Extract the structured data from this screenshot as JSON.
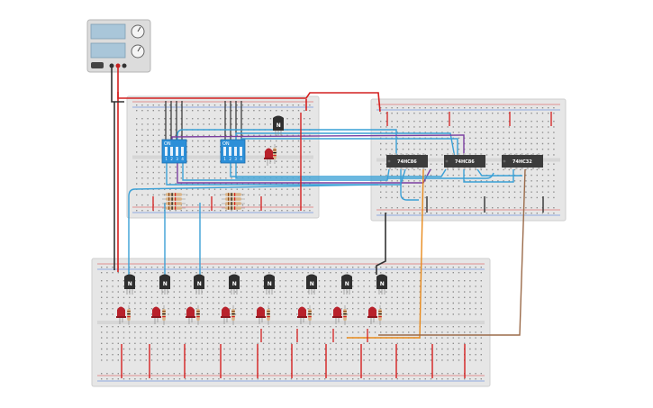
{
  "colors": {
    "background": "#ffffff",
    "board": "#e6e6e6",
    "rail_red": "#d93a3a",
    "rail_blue": "#3a6fd9",
    "wire_red": "#d42020",
    "wire_black": "#333333",
    "wire_blue": "#3aa0d6",
    "wire_purple": "#7b3fa0",
    "wire_orange": "#e88a1c",
    "wire_brown": "#9b6b4a",
    "chip": "#3c3c3c",
    "dip_switch": "#2c8fd8",
    "transistor": "#2f2f2f",
    "led": "#b8212b",
    "resistor": "#d9b58a",
    "psu": "#dcdcdc",
    "psu_display": "#a9c6d9"
  },
  "power_supply": {
    "name": "power-supply"
  },
  "chips": [
    {
      "label": "74HC86"
    },
    {
      "label": "74HC86"
    },
    {
      "label": "74HC32"
    }
  ],
  "dip_switches": [
    {
      "on_label": "ON",
      "numbers": [
        "1",
        "2",
        "3",
        "4"
      ]
    },
    {
      "on_label": "ON",
      "numbers": [
        "1",
        "2",
        "3",
        "4"
      ]
    }
  ],
  "transistors": {
    "label": "N",
    "count_bottom": 8,
    "count_top": 1
  },
  "leds": {
    "count": 9
  }
}
